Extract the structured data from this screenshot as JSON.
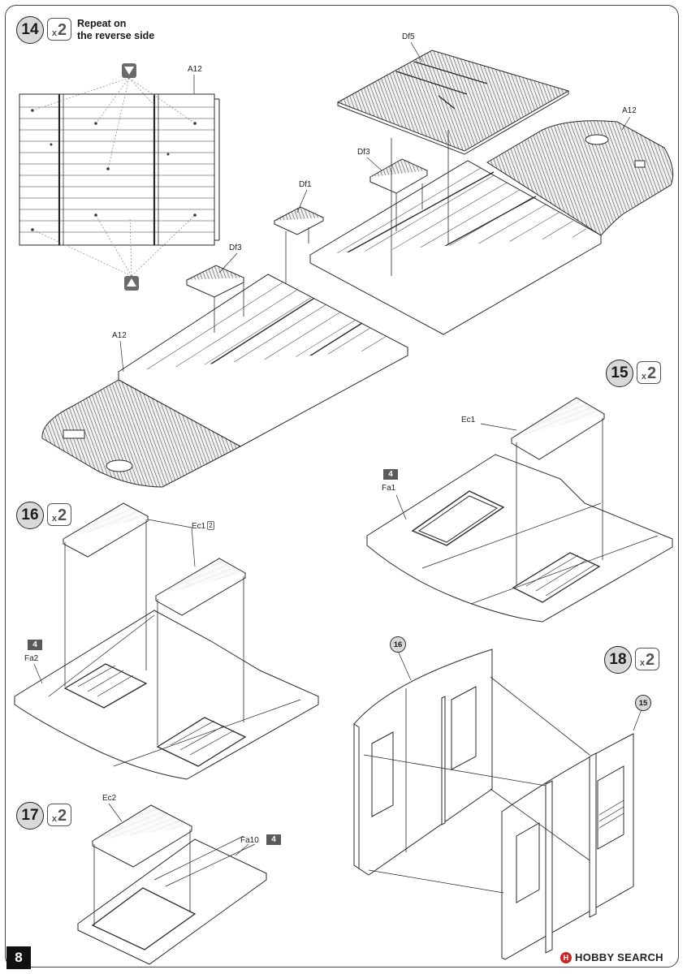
{
  "page": {
    "number": "8",
    "watermark": "HOBBY SEARCH"
  },
  "steps": [
    {
      "num": "14",
      "mult_x": "x",
      "mult_n": "2",
      "note_line1": "Repeat on",
      "note_line2": "the reverse side"
    },
    {
      "num": "15",
      "mult_x": "x",
      "mult_n": "2"
    },
    {
      "num": "16",
      "mult_x": "x",
      "mult_n": "2"
    },
    {
      "num": "17",
      "mult_x": "x",
      "mult_n": "2"
    },
    {
      "num": "18",
      "mult_x": "x",
      "mult_n": "2"
    }
  ],
  "labels": {
    "a12_top": "A12",
    "a12_right": "A12",
    "a12_left": "A12",
    "df5": "Df5",
    "df3_right": "Df3",
    "df1": "Df1",
    "df3_left": "Df3",
    "ec1_15": "Ec1",
    "fa1": "Fa1",
    "ec1_16": "Ec1",
    "ec1_16_qty": "2",
    "fa2": "Fa2",
    "ec2": "Ec2",
    "fa10": "Fa10",
    "sub16": "16",
    "sub15": "15"
  },
  "paint_codes": {
    "fa1": "4",
    "fa2": "4",
    "fa10": "4"
  },
  "colors": {
    "line": "#2a2a2a",
    "part_fill": "#ffffff",
    "hatch_fill": "#d9d9d9",
    "step_badge": "#d8d8d8",
    "paint_badge": "#5a5a5a"
  },
  "icons": [
    "arrow-down-icon",
    "arrow-up-icon"
  ]
}
